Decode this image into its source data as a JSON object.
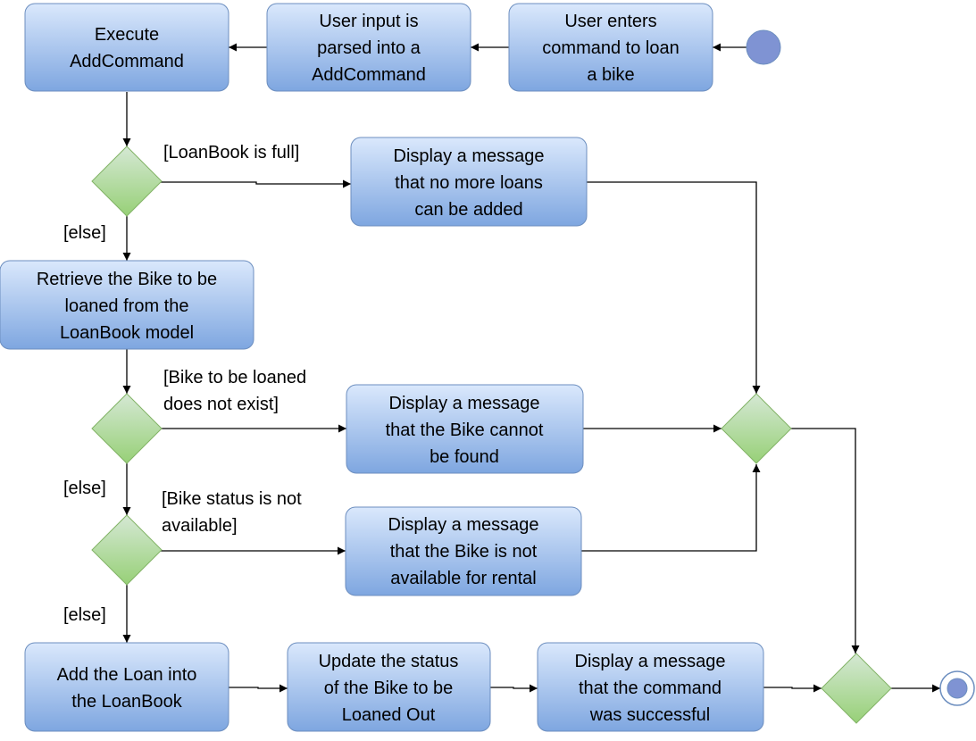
{
  "actions": {
    "execute": {
      "lines": [
        "Execute",
        "AddCommand"
      ]
    },
    "parse": {
      "lines": [
        "User input is",
        "parsed into a",
        "AddCommand"
      ]
    },
    "enter": {
      "lines": [
        "User enters",
        "command to loan",
        "a bike"
      ]
    },
    "msg_full": {
      "lines": [
        "Display a message",
        "that no more loans",
        "can be added"
      ]
    },
    "retrieve": {
      "lines": [
        "Retrieve the Bike to be",
        "loaned from the",
        "LoanBook model"
      ]
    },
    "msg_not_found": {
      "lines": [
        "Display a message",
        "that the Bike cannot",
        "be found"
      ]
    },
    "msg_unavailable": {
      "lines": [
        "Display a message",
        "that the Bike is not",
        "available for rental"
      ]
    },
    "add_loan": {
      "lines": [
        "Add the Loan into",
        "the LoanBook"
      ]
    },
    "update_status": {
      "lines": [
        "Update the status",
        "of the Bike to be",
        "Loaned Out"
      ]
    },
    "msg_success": {
      "lines": [
        "Display a message",
        "that the command",
        "was successful"
      ]
    }
  },
  "guards": {
    "full": [
      "[LoanBook is full]"
    ],
    "else1": [
      "[else]"
    ],
    "not_exist": [
      "[Bike to be loaned",
      "does not exist]"
    ],
    "else2": [
      "[else]"
    ],
    "not_available": [
      "[Bike status is not",
      "available]"
    ],
    "else3": [
      "[else]"
    ]
  },
  "colors": {
    "action_fill_top": "#dae8fc",
    "action_fill_bottom": "#7ea6e0",
    "action_stroke": "#6c8ebf",
    "decision_fill_top": "#d5e8d4",
    "decision_fill_bottom": "#97d077",
    "decision_stroke": "#82b366",
    "initial_fill": "#7f93d3",
    "final_fill": "#7f93d3"
  }
}
